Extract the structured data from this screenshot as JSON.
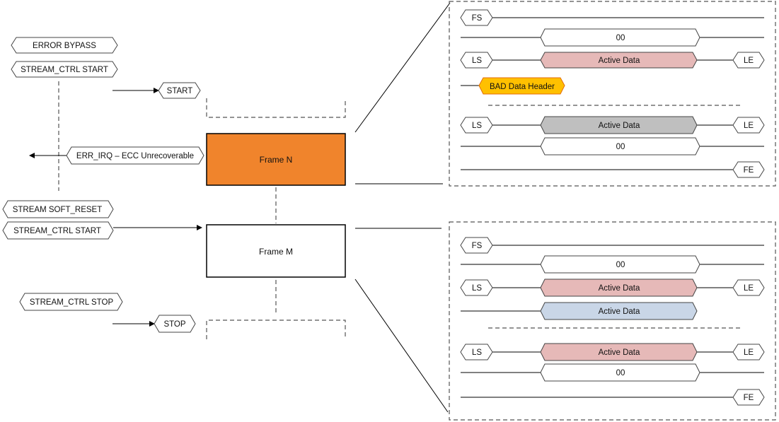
{
  "control_labels": {
    "error_bypass": "ERROR BYPASS",
    "stream_ctrl_start_1": "STREAM_CTRL START",
    "start": "START",
    "err_irq": "ERR_IRQ – ECC Unrecoverable",
    "stream_soft_reset": "STREAM SOFT_RESET",
    "stream_ctrl_start_2": "STREAM_CTRL START",
    "stream_ctrl_stop": "STREAM_CTRL STOP",
    "stop": "STOP"
  },
  "frames": {
    "frame_n": "Frame N",
    "frame_m": "Frame M"
  },
  "detail_top": {
    "fs": "FS",
    "hex_00_a": "00",
    "ls_1": "LS",
    "active_data_1": "Active Data",
    "le_1": "LE",
    "bad_header": "BAD Data Header",
    "ls_2": "LS",
    "active_data_2": "Active Data",
    "le_2": "LE",
    "hex_00_b": "00",
    "fe": "FE"
  },
  "detail_bottom": {
    "fs": "FS",
    "hex_00_a": "00",
    "ls_1": "LS",
    "active_data_1": "Active Data",
    "le_1": "LE",
    "active_data_2": "Active Data",
    "ls_2": "LS",
    "active_data_3": "Active Data",
    "le_2": "LE",
    "hex_00_b": "00",
    "fe": "FE"
  },
  "colors": {
    "frame_n_fill": "#F0842C",
    "active_data_red": "#E6B9B8",
    "active_data_gray": "#BFBFBF",
    "active_data_blue": "#C9D6E7",
    "bad_header_fill": "#FFC000",
    "bad_header_stroke": "#E36C09"
  }
}
